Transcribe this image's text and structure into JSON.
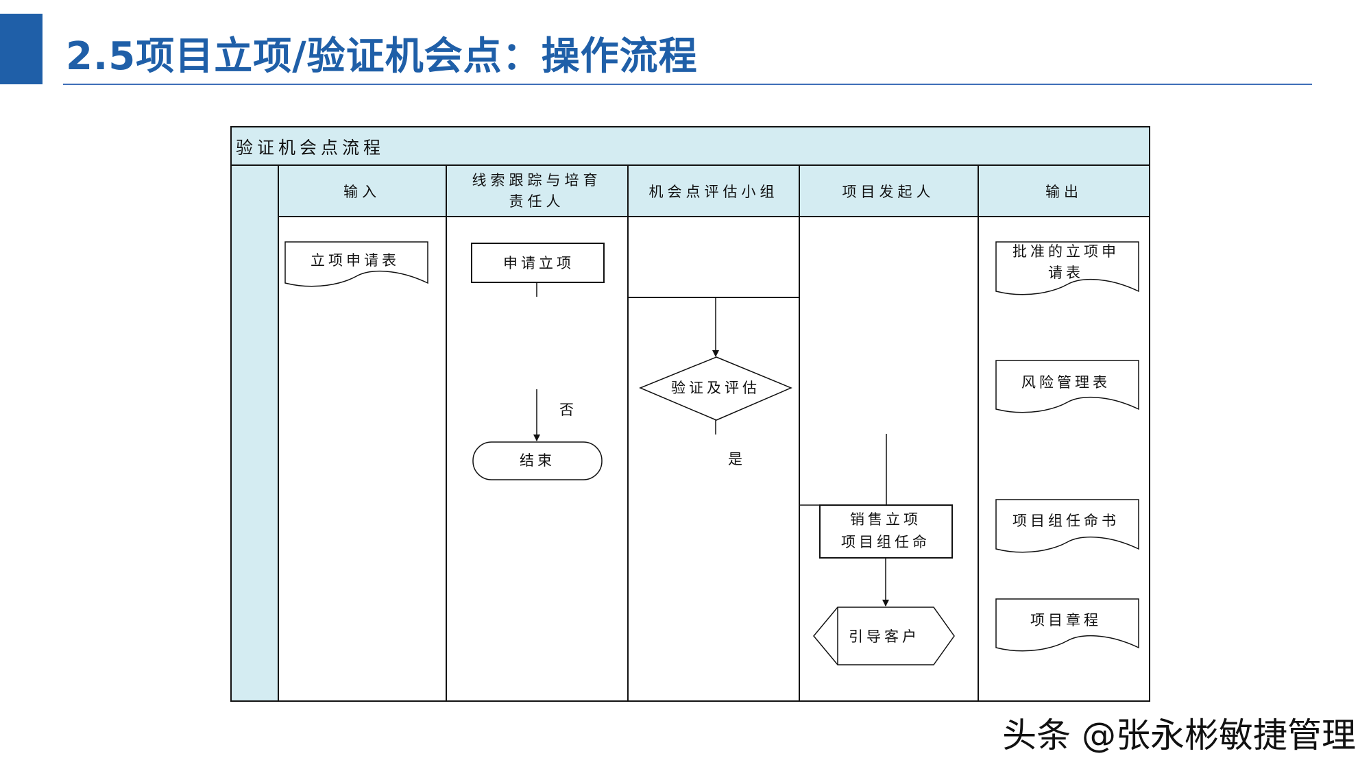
{
  "slide": {
    "title": "2.5项目立项/验证机会点：操作流程",
    "accent_color": "#1f5fa8"
  },
  "diagram": {
    "title": "验证机会点流程",
    "header_fill": "#d4ecf2",
    "lanes": {
      "input": "输入",
      "tracker_line1": "线索跟踪与培育",
      "tracker_line2": "责任人",
      "evaluation": "机会点评估小组",
      "initiator": "项目发起人",
      "output": "输出"
    },
    "nodes": {
      "input_doc": "立项申请表",
      "apply": "申请立项",
      "end": "结束",
      "verify": "验证及评估",
      "sales_line1": "销售立项",
      "sales_line2": "项目组任命",
      "guide": "引导客户",
      "out_approved_line1": "批准的立项申",
      "out_approved_line2": "请表",
      "out_risk": "风险管理表",
      "out_appointment": "项目组任命书",
      "out_charter": "项目章程"
    },
    "edges": {
      "no_label": "否",
      "yes_label": "是"
    }
  },
  "watermark": "头条 @张永彬敏捷管理"
}
